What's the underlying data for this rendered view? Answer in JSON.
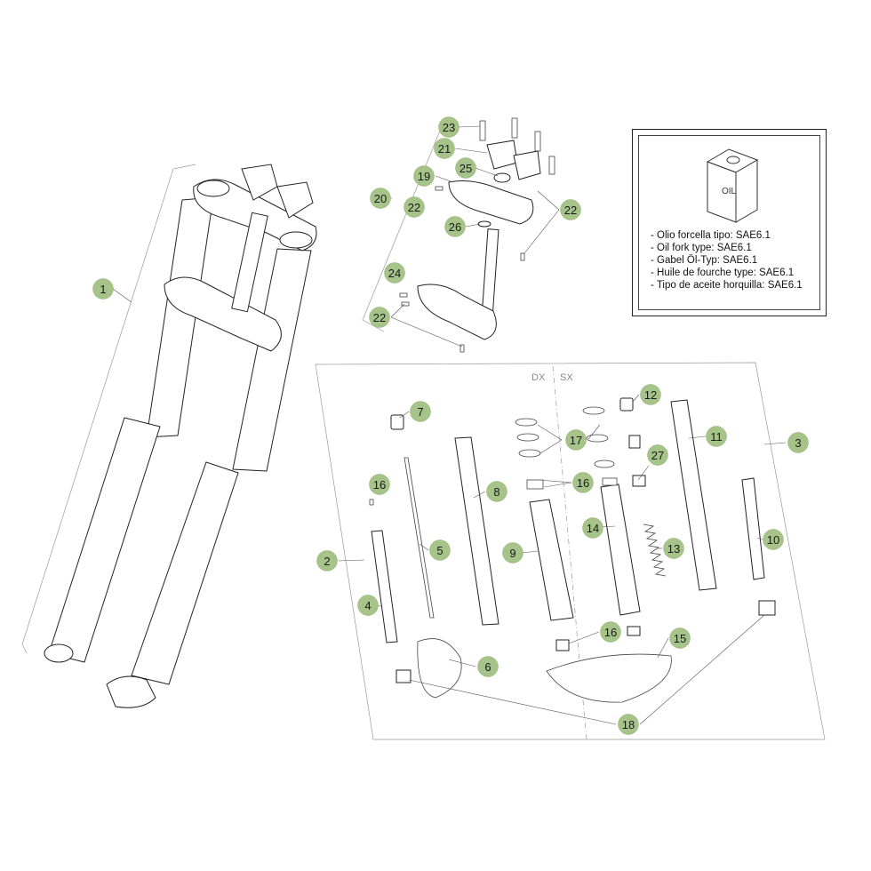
{
  "oil_note": {
    "lines": [
      "- Olio forcella tipo: SAE6.1",
      "- Oil fork type: SAE6.1",
      "- Gabel Öl-Typ: SAE6.1",
      "- Huile de fourche type: SAE6.1",
      "- Tipo de aceite horquilla: SAE6.1"
    ],
    "can_label": "OIL"
  },
  "side_labels": {
    "dx": "DX",
    "sx": "SX"
  },
  "callouts": [
    {
      "n": "1"
    },
    {
      "n": "2"
    },
    {
      "n": "3"
    },
    {
      "n": "4"
    },
    {
      "n": "5"
    },
    {
      "n": "6"
    },
    {
      "n": "7"
    },
    {
      "n": "8"
    },
    {
      "n": "9"
    },
    {
      "n": "10"
    },
    {
      "n": "11"
    },
    {
      "n": "12"
    },
    {
      "n": "13"
    },
    {
      "n": "14"
    },
    {
      "n": "15"
    },
    {
      "n": "16"
    },
    {
      "n": "16"
    },
    {
      "n": "16"
    },
    {
      "n": "17"
    },
    {
      "n": "18"
    },
    {
      "n": "19"
    },
    {
      "n": "20"
    },
    {
      "n": "21"
    },
    {
      "n": "22"
    },
    {
      "n": "22"
    },
    {
      "n": "22"
    },
    {
      "n": "23"
    },
    {
      "n": "24"
    },
    {
      "n": "25"
    },
    {
      "n": "26"
    },
    {
      "n": "27"
    }
  ],
  "colors": {
    "callout_fill": "#a6c489",
    "line": "#222222"
  }
}
